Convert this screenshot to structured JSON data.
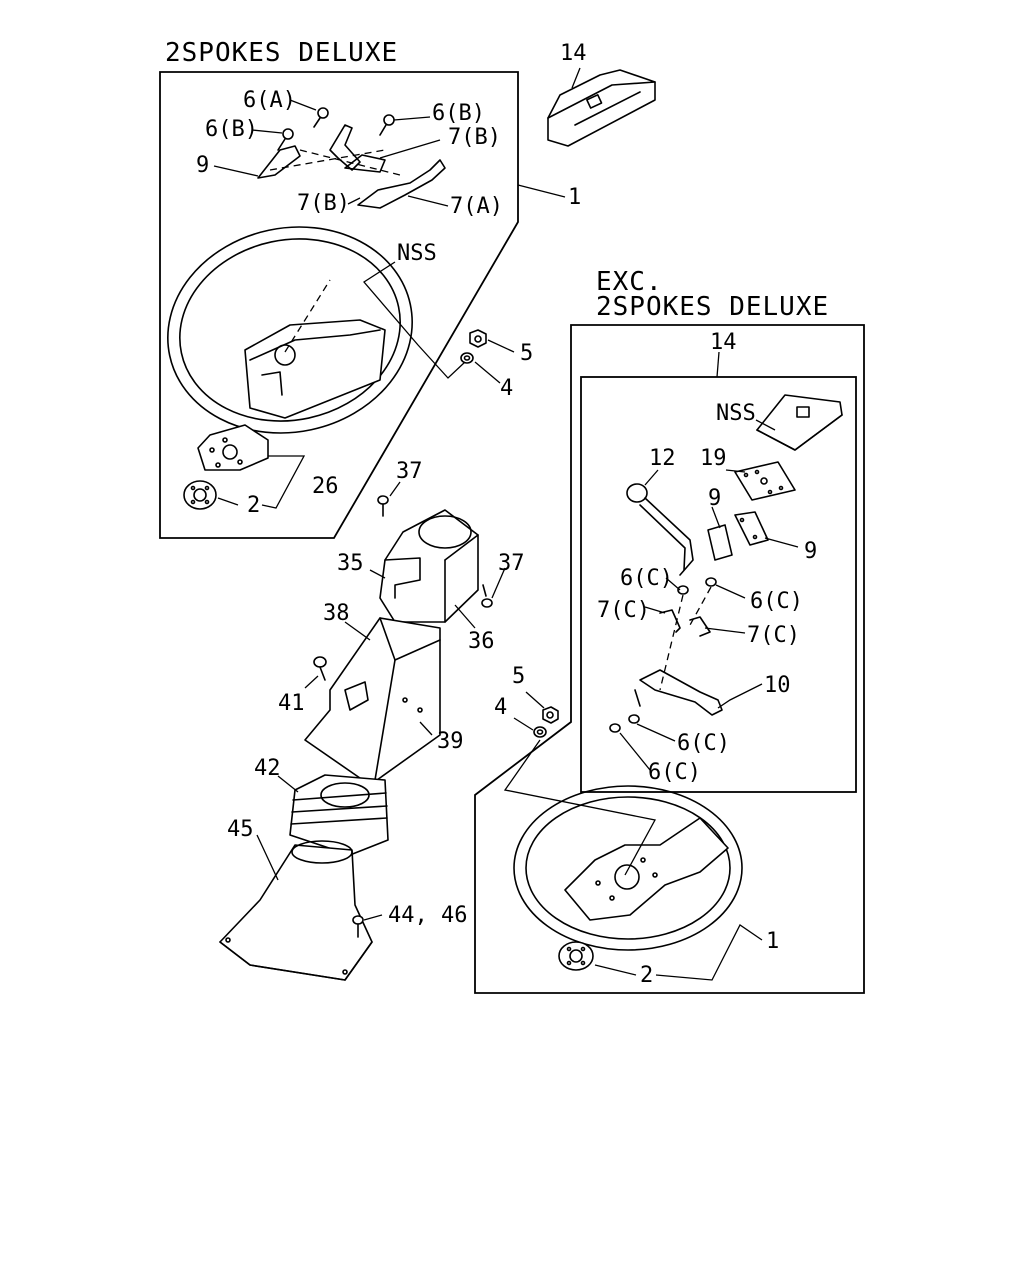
{
  "headers": {
    "deluxe": "2SPOKES DELUXE",
    "exc_line1": "EXC.",
    "exc_line2": "2SPOKES DELUXE"
  },
  "labels": {
    "l14_top": "14",
    "l6a": "6(A)",
    "l6b_left": "6(B)",
    "l6b_right": "6(B)",
    "l7b_right": "7(B)",
    "l9_left": "9",
    "l7b_bottom": "7(B)",
    "l7a": "7(A)",
    "l1_top": "1",
    "nss_left": "NSS",
    "l5_left": "5",
    "l4_left": "4",
    "l26": "26",
    "l2_left": "2",
    "l37_top": "37",
    "l37_right": "37",
    "l35": "35",
    "l36": "36",
    "l38": "38",
    "l41": "41",
    "l39": "39",
    "l42": "42",
    "l45": "45",
    "l44_46": "44, 46",
    "l14_right": "14",
    "nss_right": "NSS",
    "l12": "12",
    "l19": "19",
    "l9_a": "9",
    "l9_b": "9",
    "l6c_1": "6(C)",
    "l6c_2": "6(C)",
    "l7c_1": "7(C)",
    "l7c_2": "7(C)",
    "l10": "10",
    "l6c_3": "6(C)",
    "l6c_4": "6(C)",
    "l5_mid": "5",
    "l4_mid": "4",
    "l1_bottom": "1",
    "l2_bottom": "2"
  }
}
